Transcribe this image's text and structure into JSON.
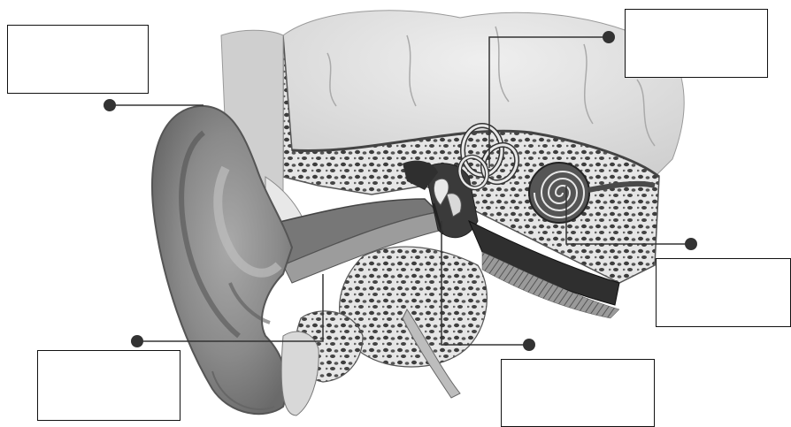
{
  "diagram": {
    "subject": "ear-cross-section",
    "labels": [
      {
        "id": "pinna",
        "text": ""
      },
      {
        "id": "semicircular-canals",
        "text": ""
      },
      {
        "id": "cochlea",
        "text": ""
      },
      {
        "id": "ear-canal",
        "text": ""
      },
      {
        "id": "eardrum",
        "text": ""
      }
    ]
  },
  "colors": {
    "skin_dark": "#6f6f6f",
    "skin_light": "#c9c9c9",
    "bone": "#e4e4e4",
    "bone_cell": "#4a4a4a",
    "cavity": "#3a3a3a",
    "line": "#333333",
    "brain": "#dcdcdc"
  }
}
